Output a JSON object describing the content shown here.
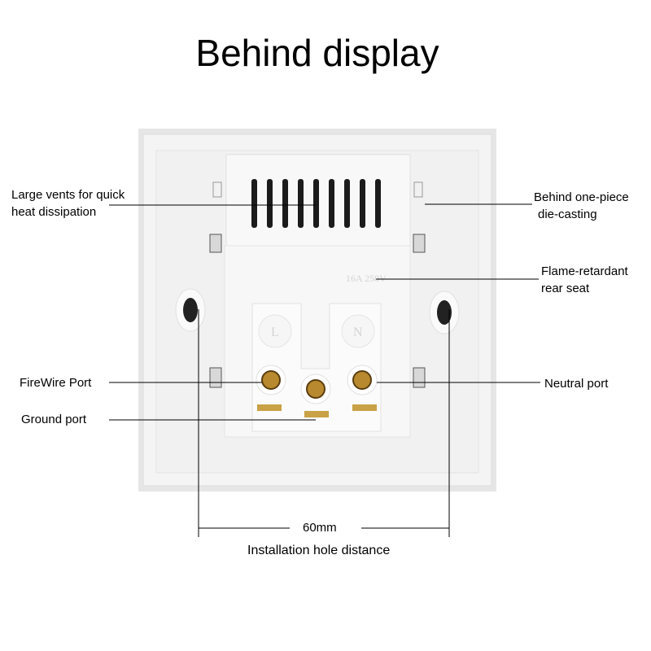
{
  "title": "Behind display",
  "labels": {
    "vents_line1": "Large vents for quick",
    "vents_line2": "heat dissipation",
    "casting_line1": "Behind one-piece",
    "casting_line2": "die-casting",
    "seat_line1": "Flame-retardant",
    "seat_line2": "rear seat",
    "firewire": "FireWire Port",
    "neutral": "Neutral port",
    "ground": "Ground port",
    "distance_value": "60mm",
    "distance_caption": "Installation hole distance"
  },
  "product_markings": {
    "rating": "16A 250V",
    "live": "L",
    "neutral": "N"
  },
  "colors": {
    "panel": "#f3f3f3",
    "brass": "#b8892e",
    "leader_line": "#000000"
  }
}
